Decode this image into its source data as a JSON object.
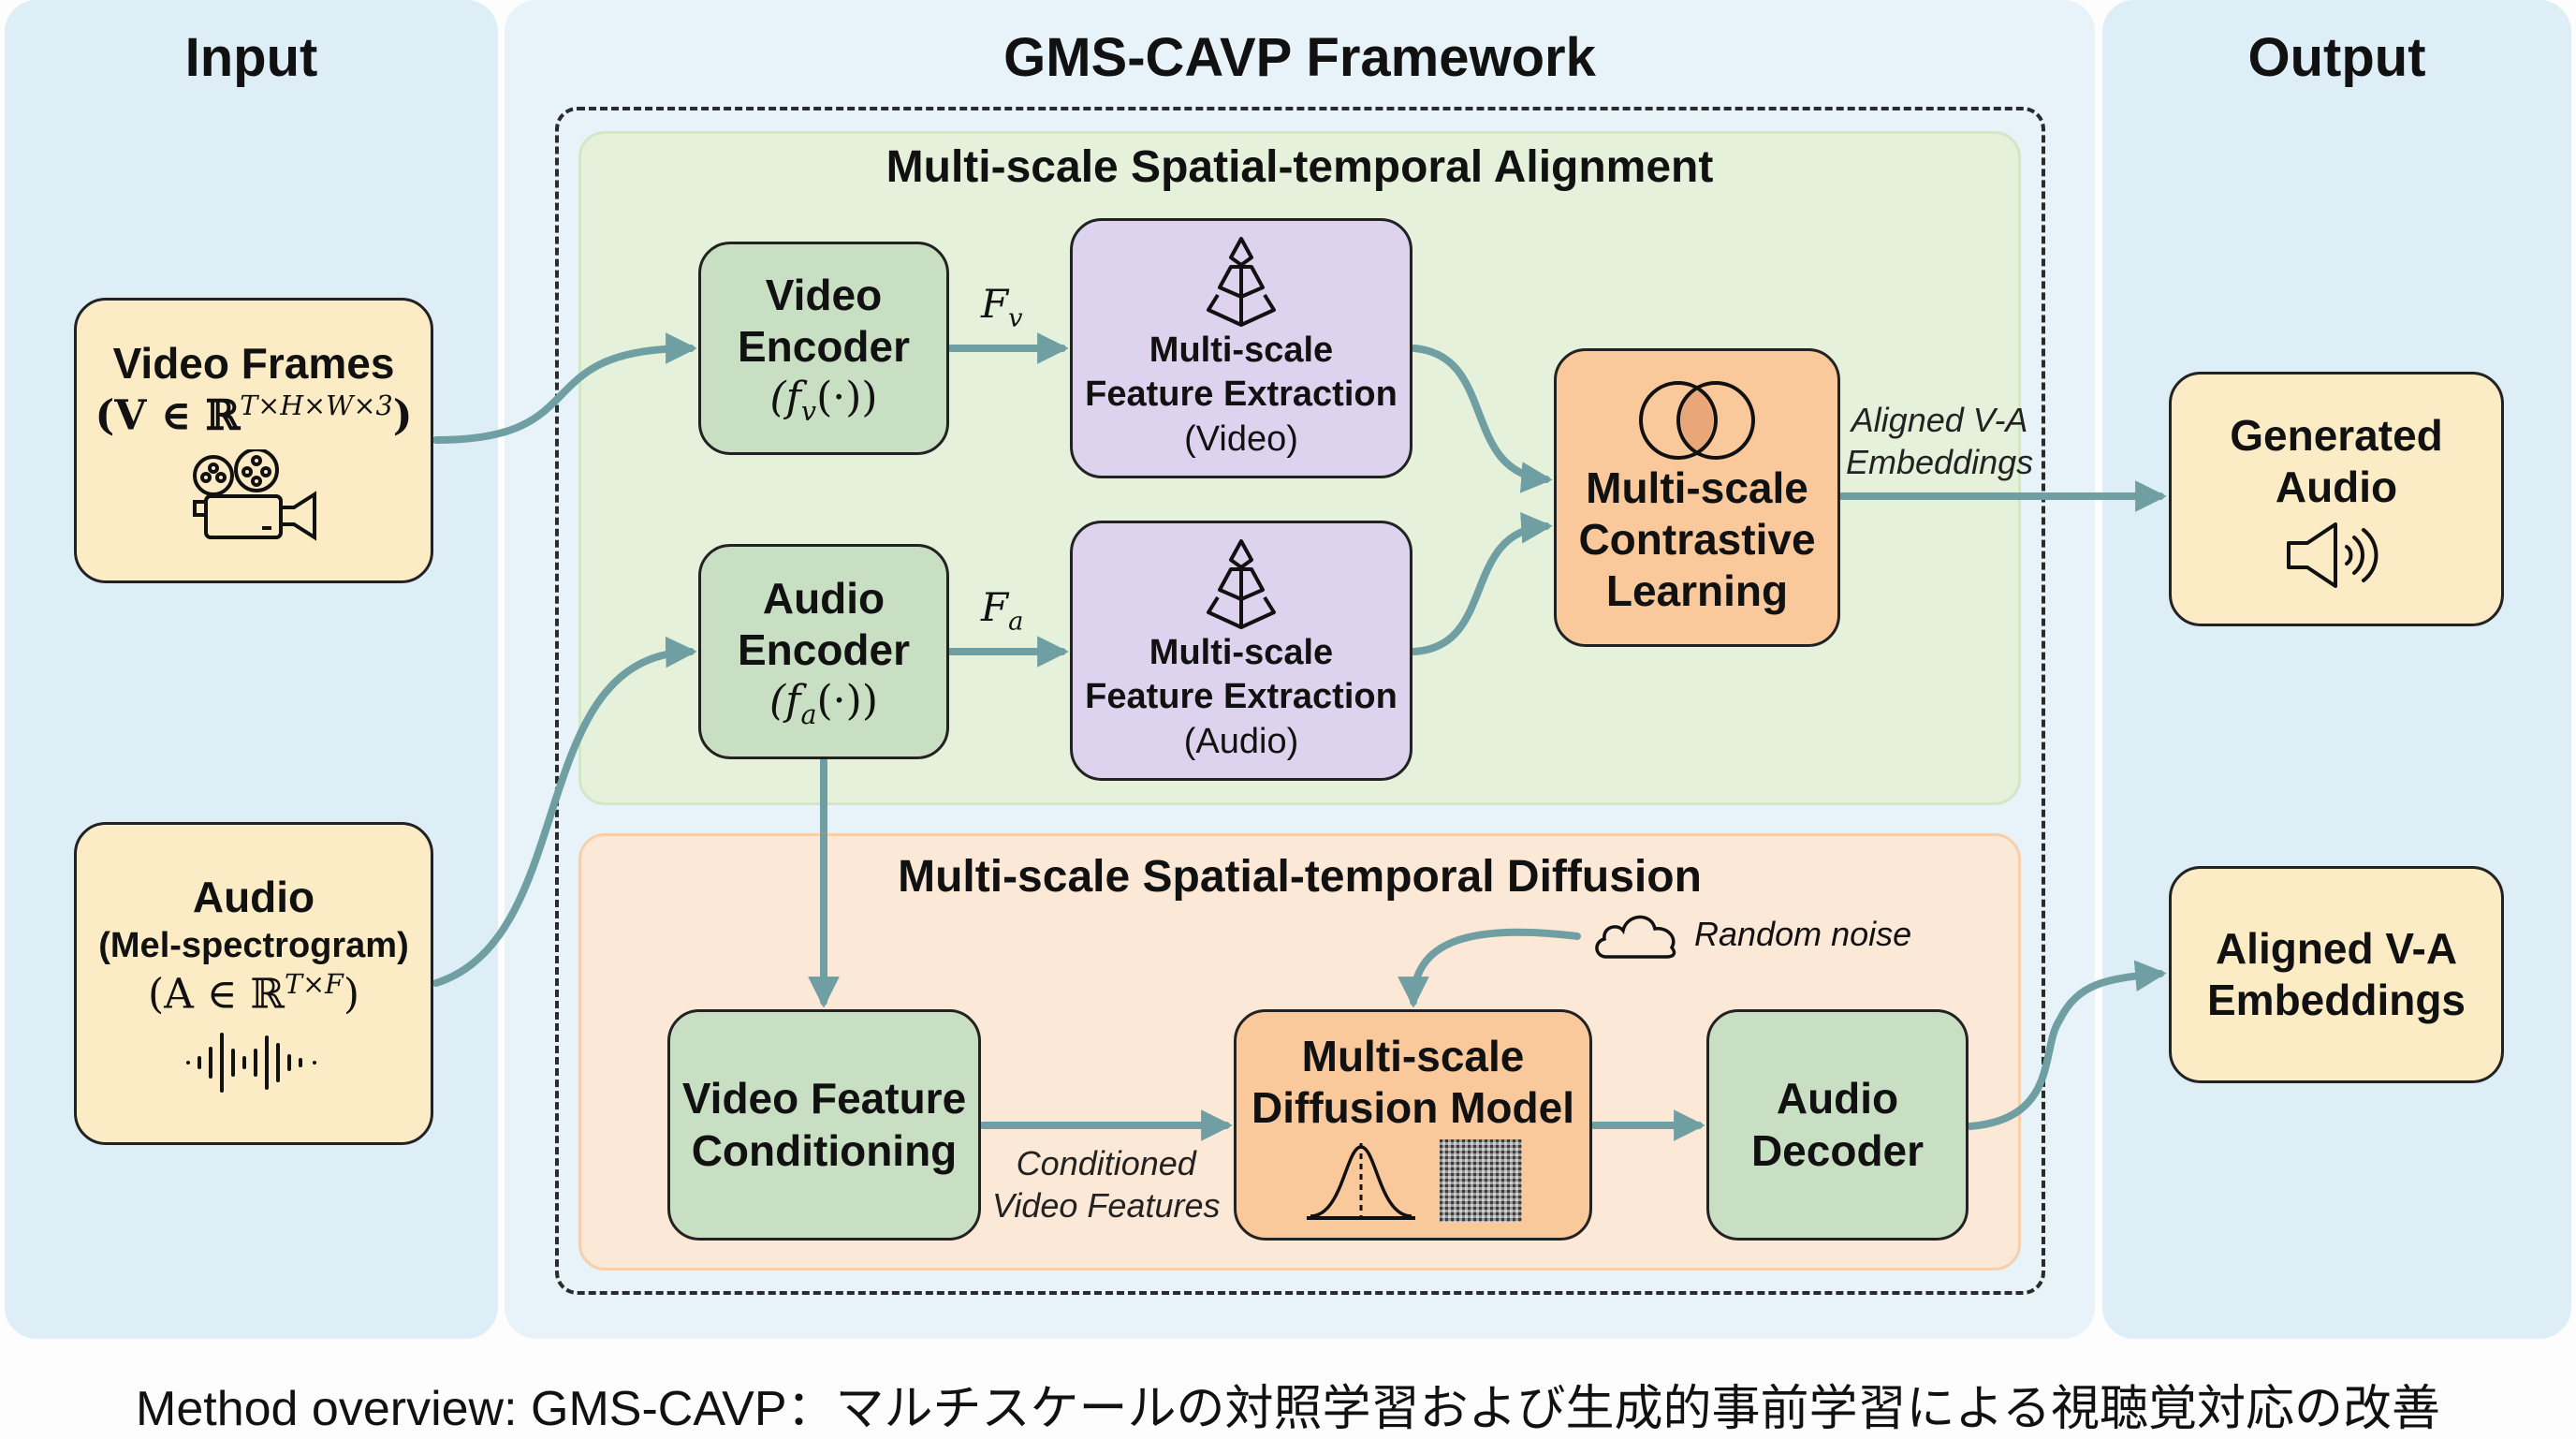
{
  "panels": {
    "input_title": "Input",
    "center_title": "GMS-CAVP Framework",
    "output_title": "Output"
  },
  "sections": {
    "alignment_title": "Multi-scale Spatial-temporal Alignment",
    "diffusion_title": "Multi-scale Spatial-temporal Diffusion"
  },
  "inputs": {
    "video": {
      "title": "Video Frames",
      "math_prefix": "(V ∈ ℝ",
      "math_sup": "T×H×W×3",
      "math_suffix": ")",
      "icon": "film-camera-icon"
    },
    "audio": {
      "title": "Audio",
      "subtitle": "(Mel-spectrogram)",
      "math_prefix": "(A ∈ ℝ",
      "math_sup": "T×F",
      "math_suffix": ")",
      "icon": "waveform-icon"
    }
  },
  "encoders": {
    "video": {
      "line1": "Video",
      "line2": "Encoder",
      "math_prefix": "(f",
      "math_sub": "v",
      "math_suffix": "(·))"
    },
    "audio": {
      "line1": "Audio",
      "line2": "Encoder",
      "math_prefix": "(f",
      "math_sub": "a",
      "math_suffix": "(·))"
    }
  },
  "feature_labels": {
    "video_base": "F",
    "video_sub": "v",
    "audio_base": "F",
    "audio_sub": "a"
  },
  "extraction": {
    "video": {
      "line1": "Multi-scale",
      "line2": "Feature Extraction",
      "line3": "(Video)",
      "icon": "pyramid-icon"
    },
    "audio": {
      "line1": "Multi-scale",
      "line2": "Feature Extraction",
      "line3": "(Audio)",
      "icon": "pyramid-icon"
    }
  },
  "contrastive": {
    "line1": "Multi-scale",
    "line2": "Contrastive",
    "line3": "Learning",
    "icon": "venn-icon"
  },
  "aligned_label": {
    "line1": "Aligned V-A",
    "line2": "Embeddings"
  },
  "diffusion": {
    "conditioning": {
      "line1": "Video Feature",
      "line2": "Conditioning"
    },
    "conditioned_label": {
      "line1": "Conditioned",
      "line2": "Video Features"
    },
    "model": {
      "line1": "Multi-scale",
      "line2": "Diffusion Model",
      "icons": [
        "gaussian-curve-icon",
        "noise-image-icon"
      ]
    },
    "decoder": {
      "line1": "Audio",
      "line2": "Decoder"
    },
    "noise_label": "Random noise",
    "noise_icon": "cloud-icon"
  },
  "outputs": {
    "generated_audio": {
      "line1": "Generated",
      "line2": "Audio",
      "icon": "speaker-icon"
    },
    "aligned_embeddings": {
      "line1": "Aligned V-A",
      "line2": "Embeddings"
    }
  },
  "caption": "Method overview: GMS-CAVP：マルチスケールの対照学習および生成的事前学習による視聴覚対応の改善",
  "colors": {
    "arrow": "#6f9fa2",
    "input_box": "#fcecc6",
    "encoder_box": "#c9dfc3",
    "extraction_box": "#ddd3ee",
    "contrastive_box": "#f9c99c"
  }
}
